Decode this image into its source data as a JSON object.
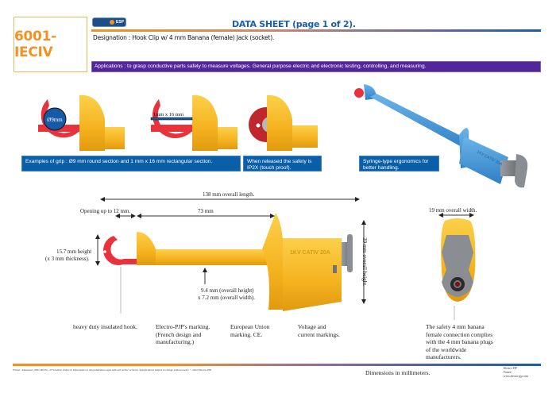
{
  "header": {
    "reference": "6001-IECIV",
    "logo_text": "ESP",
    "title": "DATA SHEET (page 1 of 2).",
    "designation": "Designation : Hook Clip w/ 4 mm Banana (female) Jack (socket).",
    "applications": "Applications : to grasp conductive parts safely to measure voltages. General purpose electric and electronic testing, controlling, and measuring."
  },
  "grip_images": {
    "round_label": "Ø9mm",
    "rect_label": "1mm x 16 mm"
  },
  "captions": {
    "grip": "Examples of grip : Ø9 mm round section and 1 mm x 16 mm rectangular section.",
    "safety": "When released the safety is IP2X (touch proof).",
    "ergonomics": "Syringe-type ergonomics for better handling."
  },
  "product": {
    "marking": "1KV CATIV 20A",
    "colors": {
      "body": "#f5b21f",
      "hook": "#e8323c",
      "plunger": "#8a8d92",
      "alt_body": "#3f94d6"
    }
  },
  "dimensions": {
    "overall_length": "138 mm overall length.",
    "opening": "Opening up to 12 mm.",
    "shaft_length": "73 mm",
    "hook_height": "15.7 mm height",
    "hook_thickness": "(x 3 mm thickness).",
    "shaft_size_1": "9.4 mm (overall height)",
    "shaft_size_2": "x 7.2 mm (overall width).",
    "overall_height": "39 mm overall height.",
    "overall_width": "19 mm overall width."
  },
  "notes": {
    "hook": "heavy duty insulated hook.",
    "brand": [
      "Electro-PJP's marking.",
      "(French design and",
      "manufacturing.)"
    ],
    "ce": [
      "European Union",
      "marking. CE."
    ],
    "voltage": [
      "Voltage and",
      "current markings."
    ],
    "banana": [
      "The safety 4 mm banana",
      "female connection complies",
      "with the 4 mm banana plugs",
      "of the worldwide",
      "manufacturers."
    ]
  },
  "footer": {
    "legal": "Fichier «Datasheet_6001-IECIV». 07/10/2022. Indice E. Information in this publication supersedes all earlier versions. Specifications subject to change without notice. © 2022 Electro-PJP.",
    "units": "Dimensions in millimeters.",
    "company": [
      "Electro-PJP",
      "France",
      "www.electro-pjp.com"
    ]
  }
}
